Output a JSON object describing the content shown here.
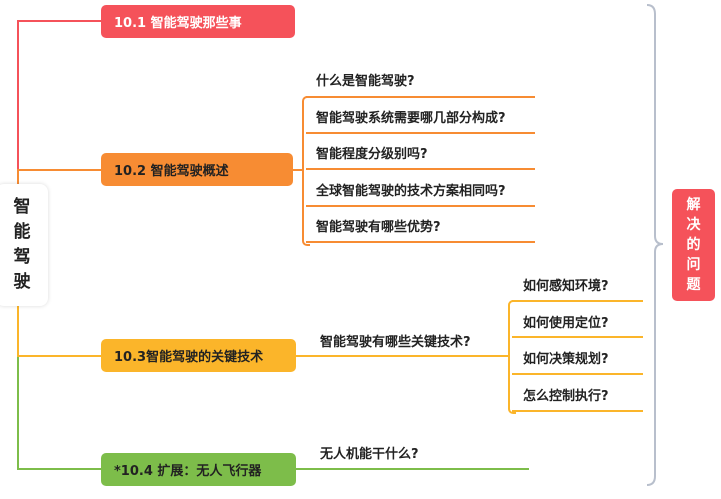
{
  "root": {
    "chars": [
      "智",
      "能",
      "驾",
      "驶"
    ]
  },
  "branches": [
    {
      "label": "10.1 智能驾驶那些事",
      "color": "#f5525a"
    },
    {
      "label": "10.2 智能驾驶概述",
      "color": "#f78c33",
      "children": [
        "什么是智能驾驶?",
        "智能驾驶系统需要哪几部分构成?",
        "智能程度分级别吗?",
        "全球智能驾驶的技术方案相同吗?",
        "智能驾驶有哪些优势?"
      ]
    },
    {
      "label": "10.3智能驾驶的关键技术",
      "color": "#fbb52a",
      "child": "智能驾驶有哪些关键技术?",
      "children": [
        "如何感知环境?",
        "如何使用定位?",
        "如何决策规划?",
        "怎么控制执行?"
      ]
    },
    {
      "label": "*10.4 扩展：无人飞行器",
      "color": "#7dbd4a",
      "child": "无人机能干什么?"
    }
  ],
  "summary": {
    "chars": [
      "解",
      "决",
      "的",
      "问",
      "题"
    ],
    "color": "#f5525a"
  }
}
